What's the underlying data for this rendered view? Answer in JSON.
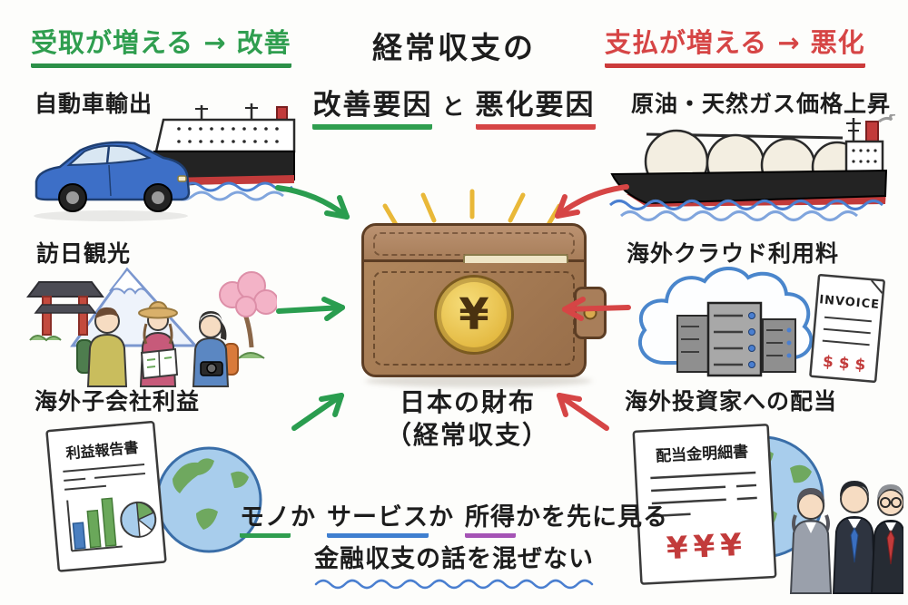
{
  "colors": {
    "improve_green": "#2f9e4f",
    "worsen_red": "#d64545",
    "service_blue": "#3f7fd0",
    "income_purple": "#a553b5",
    "wallet_brown": "#a5795a",
    "coin_gold": "#e8c34a"
  },
  "header": {
    "left_note": "受取が増える → 改善",
    "right_note": "支払が増える → 悪化",
    "title_line1": "経常収支の",
    "title_improve": "改善要因",
    "title_conj": "と",
    "title_worsen": "悪化要因"
  },
  "left_column": {
    "items": [
      {
        "label": "自動車輸出"
      },
      {
        "label": "訪日観光"
      },
      {
        "label": "海外子会社利益"
      }
    ]
  },
  "right_column": {
    "items": [
      {
        "label": "原油・天然ガス価格上昇"
      },
      {
        "label": "海外クラウド利用料"
      },
      {
        "label": "海外投資家への配当"
      }
    ]
  },
  "center": {
    "currency_symbol": "¥",
    "label_line1": "日本の財布",
    "label_line2": "（経常収支）"
  },
  "documents": {
    "profit_report_title": "利益報告書",
    "invoice_title": "INVOICE",
    "invoice_amount": "$ $ $",
    "dividend_title": "配当金明細書",
    "dividend_amount": "¥¥¥"
  },
  "footer": {
    "line1_goods": "モノ",
    "line1_ka1": "か",
    "line1_service": "サービス",
    "line1_ka2": "か",
    "line1_income": "所得",
    "line1_rest": "かを先に見る",
    "line2": "金融収支の話を混ぜない"
  }
}
